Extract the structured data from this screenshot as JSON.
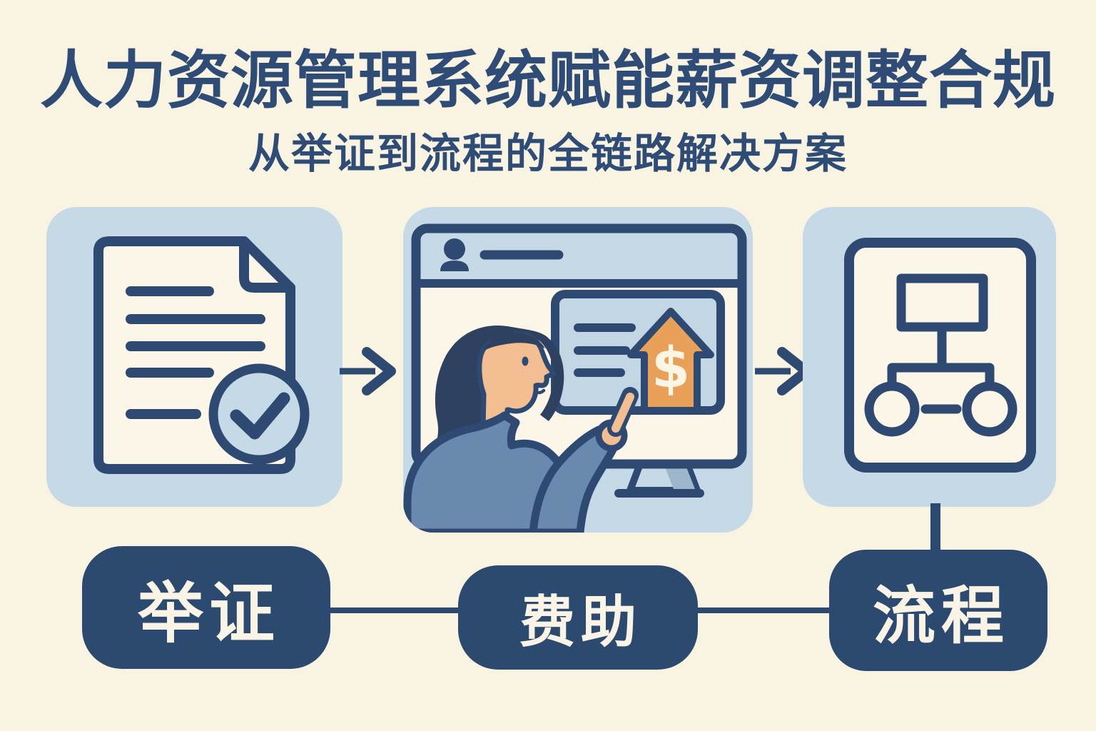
{
  "header": {
    "title": "人力资源管理系统赋能薪资调整合规",
    "subtitle": "从举证到流程的全链路解决方案"
  },
  "flow": {
    "steps": [
      {
        "id": "evidence",
        "label": "举证",
        "panel_icon": "document-check-icon"
      },
      {
        "id": "support",
        "label": "费助",
        "panel_icon": "salary-adjustment-illustration"
      },
      {
        "id": "process",
        "label": "流程",
        "panel_icon": "flowchart-icon"
      }
    ],
    "currency_symbol": "$"
  },
  "colors": {
    "background": "#F9F3E2",
    "title_navy": "#2F4C77",
    "outline_navy": "#2E4A72",
    "pill_navy": "#2C4A6F",
    "panel_blue": "#C5D9E7",
    "card_blue": "#C2D6E3",
    "paper_cream": "#FBF6E8",
    "arrow_orange": "#E9A159",
    "skin": "#F3BE92",
    "shirt_blue": "#6989AE",
    "hair_navy": "#2E4160",
    "pill_text": "#FAF4E6"
  }
}
